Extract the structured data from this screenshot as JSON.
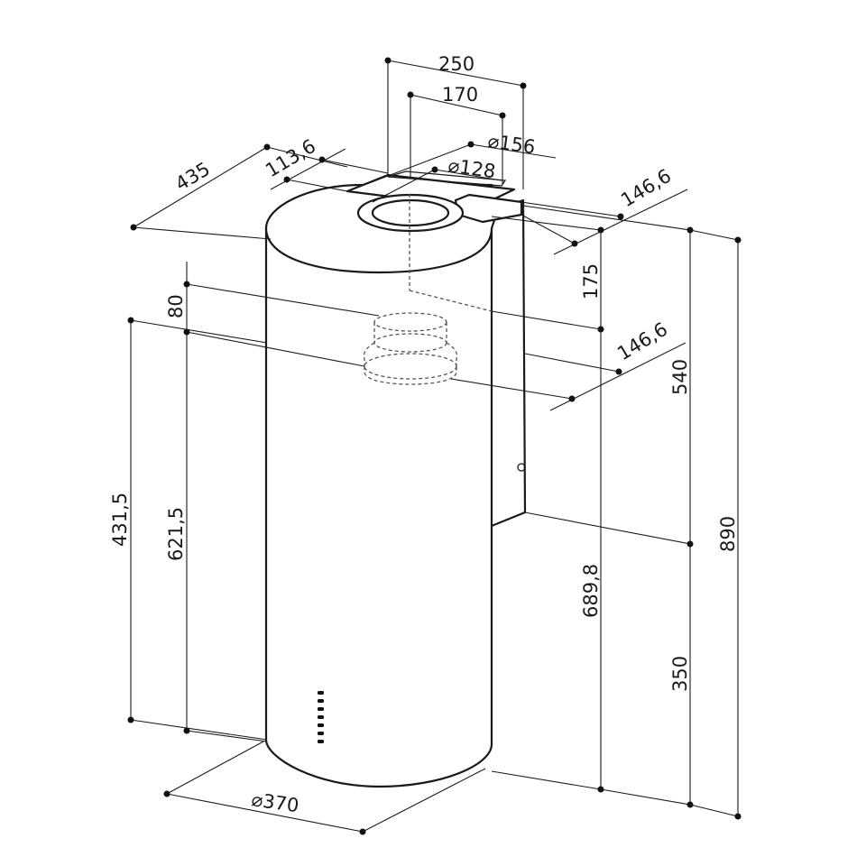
{
  "dimensions": {
    "duct_outer_width": "250",
    "duct_inner_width": "170",
    "outlet_outer_diameter": "⌀156",
    "outlet_inner_diameter": "⌀128",
    "top_depth": "435",
    "top_offset": "113,6",
    "side_offset_top": "146,6",
    "side_offset_mid": "146,6",
    "top_drop": "175",
    "collar_height": "80",
    "left_outer_height": "431,5",
    "left_inner_height": "621,5",
    "right_height_a": "689,8",
    "right_height_b": "540",
    "right_height_c": "350",
    "overall_height": "890",
    "body_diameter": "⌀370"
  },
  "colors": {
    "line": "#1a1a1a",
    "hidden_line": "#555555",
    "background": "#ffffff"
  }
}
